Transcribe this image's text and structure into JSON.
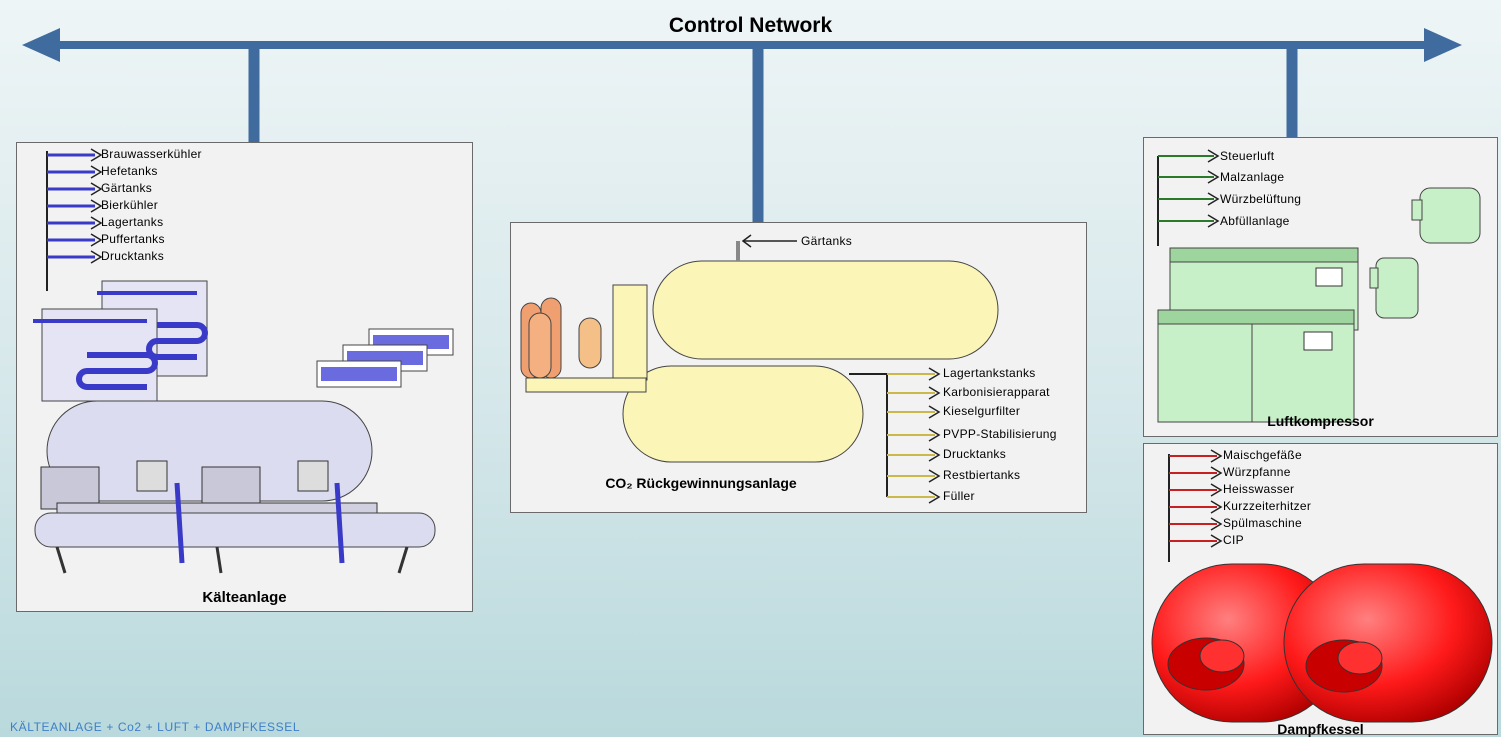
{
  "network": {
    "title": "Control Network"
  },
  "kaelte": {
    "title": "Kälteanlage",
    "outputs": [
      "Brauwasserkühler",
      "Hefetanks",
      "Gärtanks",
      "Bierkühler",
      "Lagertanks",
      "Puffertanks",
      "Drucktanks"
    ],
    "line_color": "#3a3ac8"
  },
  "co2": {
    "title": "CO₂ Rückgewinnungsanlage",
    "input": "Gärtanks",
    "outputs": [
      "Lagertankstanks",
      "Karbonisierapparat",
      "Kieselgurfilter",
      "PVPP-Stabilisierung",
      "Drucktanks",
      "Restbiertanks",
      "Füller"
    ],
    "line_color": "#222222"
  },
  "luft": {
    "title": "Luftkompressor",
    "outputs": [
      "Steuerluft",
      "Malzanlage",
      "Würzbelüftung",
      "Abfüllanlage"
    ],
    "line_color": "#2a7a2a"
  },
  "dampf": {
    "title": "Dampfkessel",
    "outputs": [
      "Maischgefäße",
      "Würzpfanne",
      "Heisswasser",
      "Kurzzeiterhitzer",
      "Spülmaschine",
      "CIP"
    ],
    "line_color": "#c82020"
  },
  "footer": {
    "text": "KÄLTEANLAGE + Co2 + LUFT + DAMPFKESSEL"
  },
  "colors": {
    "network": "#3f6b9e",
    "panel_bg": "#f2f2f2"
  }
}
